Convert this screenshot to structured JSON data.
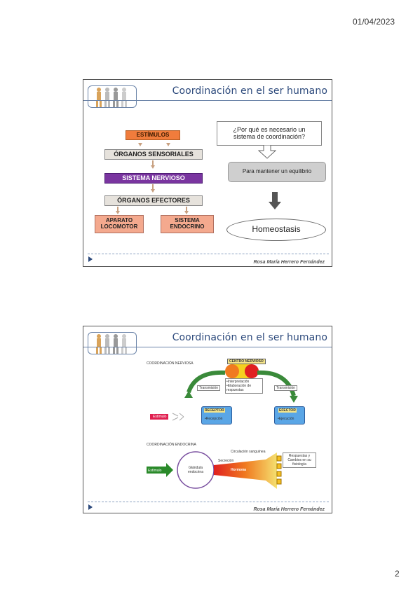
{
  "page": {
    "date": "01/04/2023",
    "number": "2"
  },
  "slide1": {
    "title": "Coordinación en el ser humano",
    "flow": {
      "stimuli": "ESTÍMULOS",
      "sense_organs": "ÓRGANOS SENSORIALES",
      "nervous_system": "SISTEMA NERVIOSO",
      "effectors": "ÓRGANOS EFECTORES",
      "locomotor": "APARATO LOCOMOTOR",
      "endocrine": "SISTEMA ENDOCRINO"
    },
    "question": "¿Por qué es necesario un sistema de coordinación?",
    "answer": "Para mantener un equilibrio",
    "homeostasis": "Homeostasis",
    "author": "Rosa María Herrero Fernández",
    "colors": {
      "stimuli": "#f07c3c",
      "nervous": "#7a35a0",
      "gray": "#e6e2dc",
      "salmon": "#f4a98e",
      "answer": "#cfcfcf"
    }
  },
  "slide2": {
    "title": "Coordinación en el ser humano",
    "nervous_title": "COORDINACIÓN NERVIOSA",
    "center": "CENTRO NERVIOSO",
    "interpretation": "•Interpretación\n•Elaboración de respuestas",
    "transmission_left": "Transmisión",
    "transmission_right": "Transmisión",
    "receptor": "RECEPTOR",
    "receptor_sub": "•Recepción",
    "effector": "EFECTOR",
    "effector_sub": "•Ejecución",
    "stimulus": "Estímulo",
    "endocrine_title": "COORDINACIÓN ENDOCRINA",
    "blood_label": "Circulación sanguínea",
    "secretion": "Secreción",
    "hormone": "Hormona",
    "gland": "Glándula endocrina",
    "stimulus2": "Estímulo",
    "target": "Respuestas y Cambios en su fisiología",
    "author": "Rosa María Herrero Fernández"
  }
}
